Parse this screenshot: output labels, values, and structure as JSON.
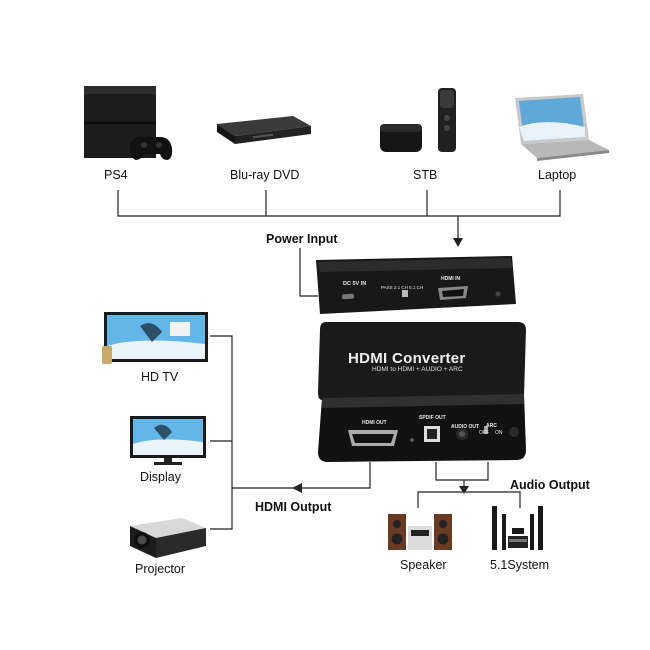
{
  "sources": [
    "PS4",
    "Blu-ray DVD",
    "STB",
    "Laptop"
  ],
  "displays": [
    "HD TV",
    "Display",
    "Projector"
  ],
  "audio_devices": [
    "Speaker",
    "5.1System"
  ],
  "labels": {
    "power_input": "Power Input",
    "hdmi_output": "HDMI Output",
    "audio_output": "Audio Output"
  },
  "converter": {
    "title": "HDMI Converter",
    "subtitle": "HDMI to HDMI + AUDIO + ARC",
    "back_ports": {
      "dc": "DC 5V IN",
      "pass": "PASS 2.1 CH 5.1 CH",
      "hdmi_in": "HDMI IN"
    },
    "front_ports": {
      "hdmi_out": "HDMI OUT",
      "spdif": "SPDIF OUT",
      "audio_out": "AUDIO OUT",
      "arc": "ARC",
      "arc_off": "OFF",
      "arc_on": "ON"
    }
  },
  "colors": {
    "line": "#222222",
    "device_dark": "#1b1b1b",
    "aluminum": "#2a2a2a",
    "text_on_device": "#e8e8e8"
  }
}
